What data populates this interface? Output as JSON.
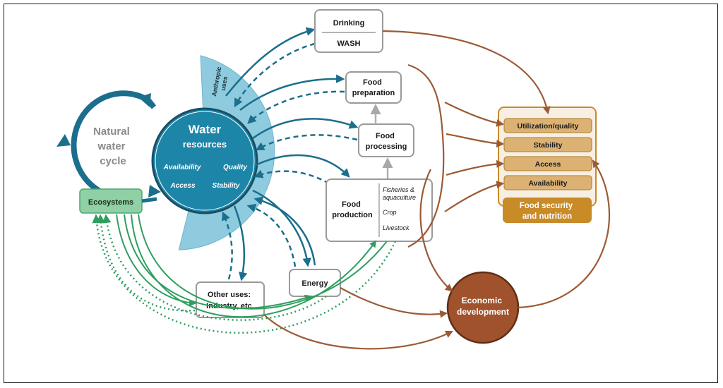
{
  "colors": {
    "water_dark": "#1b6e8c",
    "water_fill": "#1d85a8",
    "water_sector": "#8ecbdf",
    "brown": "#9b5a36",
    "brown_fill": "#a0522d",
    "green": "#2e9e5e",
    "green_fill": "#8fd0a4",
    "gold": "#c98a28",
    "gold_fill": "#dcb274",
    "gray": "#9a9a9a"
  },
  "icons": {
    "cycle_arrows": "circular-cycle-arrows-icon"
  },
  "natural_water_cycle": [
    "Natural",
    "water",
    "cycle"
  ],
  "ecosystems": "Ecosystems",
  "water_resources": {
    "title": "Water",
    "subtitle": "resources",
    "aspects": [
      "Availability",
      "Quality",
      "Access",
      "Stability"
    ]
  },
  "anthropic_uses": [
    "Anthropic",
    "uses"
  ],
  "drinking": {
    "top": "Drinking",
    "bottom": "WASH"
  },
  "food_preparation": [
    "Food",
    "preparation"
  ],
  "food_processing": [
    "Food",
    "processing"
  ],
  "food_production": {
    "title": [
      "Food",
      "production"
    ],
    "items": [
      "Fisheries &",
      "aquaculture",
      "Crop",
      "Livestock"
    ]
  },
  "energy": "Energy",
  "other_uses": [
    "Other uses:",
    "Industry, etc."
  ],
  "food_security": {
    "dimensions": [
      "Utilization/quality",
      "Stability",
      "Access",
      "Availability"
    ],
    "title": [
      "Food security",
      "and nutrition"
    ]
  },
  "economic_development": [
    "Economic",
    "development"
  ]
}
